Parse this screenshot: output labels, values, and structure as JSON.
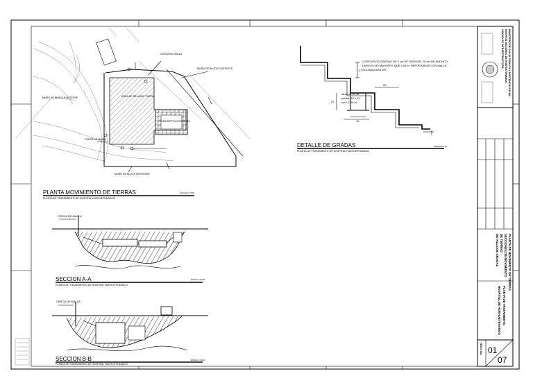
{
  "plan": {
    "title": "PLANTA MOVIMIENTO DE TIERRAS",
    "subtitle": "PLANTA DE TRATAMIENTO DE HOSPITAL HUEHUETENANGO",
    "scale": "ESCALA 1:500",
    "labels": {
      "cerca_malla_top": "CERCA DE MALLA",
      "cerca_malla_left": "CERCA DE MALLA",
      "muro_block_right": "MURO DE BLOCK EXISTENTE",
      "muro_block_bottom": "MURO DE BLOCK EXISTENTE",
      "muro_existente_left": "MURO DE BLOCK EXISTENTE",
      "area_relleno": "AREA DE RELLENO TIERRA",
      "fosa_septica": "FOSA SEPTICA EXISTENTE"
    }
  },
  "stairs": {
    "title": "DETALLE DE GRADAS",
    "subtitle": "PLANTA DE TRATAMIENTO DE HOSPITAL HUEHUETENANGO",
    "scale": "ESCALA 1:20",
    "note": "LOSETAS DE GRADAS DE 5 cm DE GROSOR, 25 cm DE ANCHO Y LARGOS NO MAYORES QUE 1.00 m. REFORZADAS CON MALLA SOLDADA 6X6 9/9.",
    "note_lines": [
      "LOSETAS DE GRADAS DE 5 cm DE GROSOR, 25 cm DE ANCHO Y",
      "LARGOS NO MAYORES QUE 1.00 m. REFORZADAS CON MALLA",
      "SOLDADA 6X6 9/9."
    ],
    "wall_note": [
      "Muretes m. de",
      "piedra, 15 x 27",
      "cm x 2.00 m"
    ],
    "dim_rise": "17",
    "dim_tread": "29",
    "dim_height": "27",
    "dim_base": "15"
  },
  "section_a": {
    "title": "SECCION A-A",
    "subtitle": "PLANTA DE TRATAMIENTO DE HOSPITAL HUEHUETENANGO",
    "scale": "ESCALA 1:100",
    "fence": "CERCA DE MALLA"
  },
  "section_b": {
    "title": "SECCION B-B",
    "subtitle": "PLANTA DE TRATAMIENTO DE HOSPITAL HUEHUETENANGO",
    "scale": "ESCALA 1:100",
    "fence": "CERCA DE MALLA"
  },
  "title_block": {
    "institution": [
      "MINISTERIO DE SALUD PUBLICA Y ASISTENCIA SOCIAL",
      "HOSPITAL NACIONAL DE HUEHUETENANGO",
      "UNIDAD DE INFRAESTRUCTURA"
    ],
    "drawing_title": [
      "PLANTA DE MOVIMIENTO DE TIERRAS",
      "SECCIONES DE MOVIMIENTO",
      "DE TIERRAS",
      "DETALLE DE GRADAS"
    ],
    "project": [
      "PLANTA DE TRATAMIENTO",
      "HOSPITAL DE HUEHUETENANGO"
    ],
    "sheet_label": "HOJA No.",
    "sheet_number": "01",
    "sheet_total": "07"
  }
}
